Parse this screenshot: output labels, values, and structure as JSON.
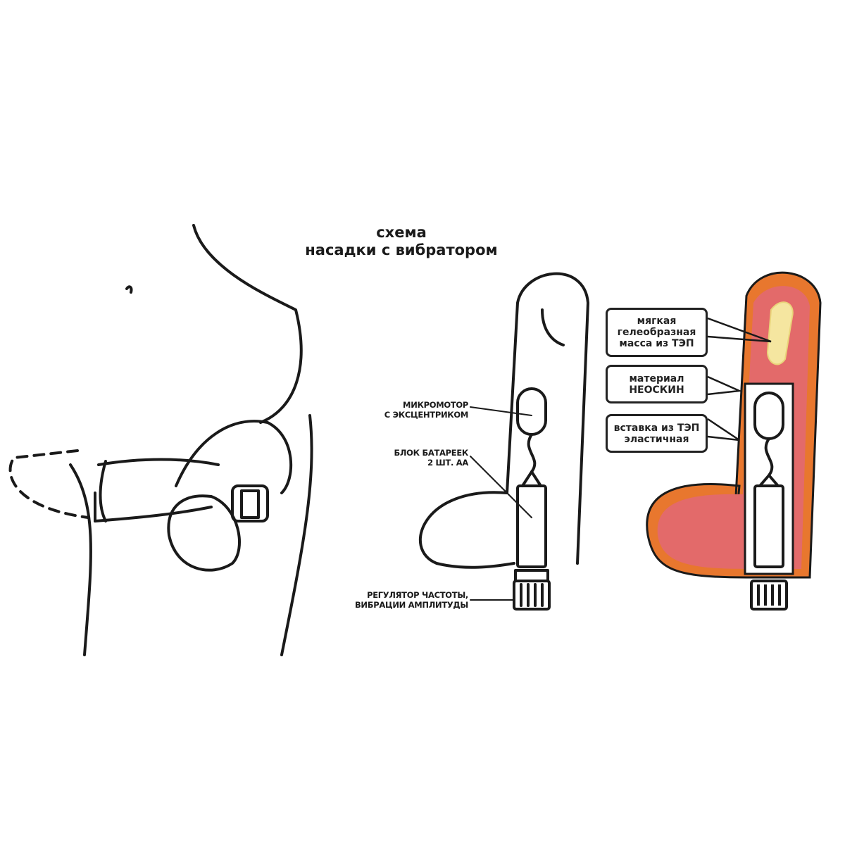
{
  "title": {
    "line1": "схема",
    "line2": "насадки с вибратором"
  },
  "left_labels": {
    "motor": {
      "line1": "МИКРОМОТОР",
      "line2": "С ЭКСЦЕНТРИКОМ"
    },
    "battery": {
      "line1": "БЛОК БАТАРЕЕК",
      "line2": "2 ШТ. АА"
    },
    "regulator": {
      "line1": "РЕГУЛЯТОР ЧАСТОТЫ,",
      "line2": "ВИБРАЦИИ АМПЛИТУДЫ"
    }
  },
  "right_labels": {
    "gel": {
      "line1": "мягкая",
      "line2": "гелеобразная",
      "line3": "масса из ТЭП"
    },
    "material": {
      "line1": "материал",
      "line2": "НЕОСКИН"
    },
    "insert": {
      "line1": "вставка из ТЭП",
      "line2": "эластичная"
    }
  },
  "colors": {
    "outer": "#e8772e",
    "body": "#e36a6a",
    "gel": "#f5e6a0",
    "line": "#1a1a1a"
  }
}
